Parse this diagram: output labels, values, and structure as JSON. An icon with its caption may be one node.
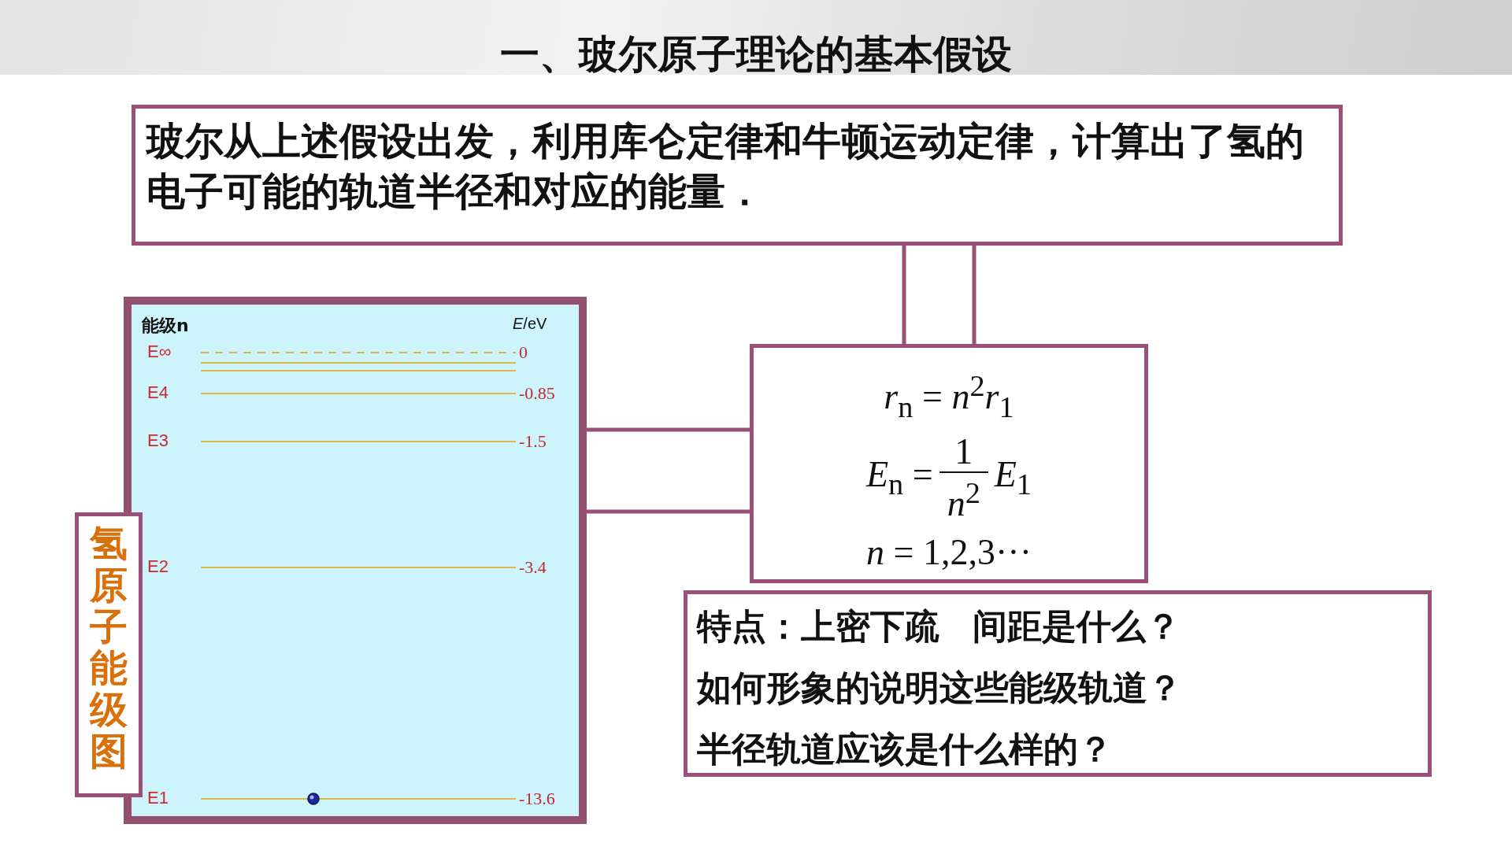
{
  "diagram": {
    "title": "一、玻尔原子理论的基本假设",
    "nodes": [
      {
        "text": [
          "玻尔从上述假设出发，利用库仑定律和牛顿运动定律，计算出了氢的电子可能的轨道半径和对应的能量．"
        ]
      },
      {
        "text": [
          "能级n",
          "*E*/eV",
          "E∞",
          "0",
          "E4",
          "-0.85",
          "E3",
          "-1.5",
          "E2",
          "-3.4",
          "E1",
          "-13.6"
        ]
      },
      {
        "text": [
          "氢原子能级图"
        ]
      },
      {
        "text": [
          "*r*$_{n}$ = *n*$^{2}$*r*$_{1}$",
          "*E*$_{n}$ =",
          "1",
          "*n*$^{2}$",
          "*E*$_{1}$",
          "*n* = 1,2,3···"
        ]
      },
      {
        "text": [
          "特点：上密下疏 间距是什么？",
          "如何形象的说明这些能级轨道？",
          "半径轨道应该是什么样的？"
        ]
      }
    ],
    "edges": [
      {
        "from": 0,
        "to": 3,
        "arrow": "none"
      },
      {
        "from": 1,
        "to": 3,
        "arrow": "none"
      }
    ]
  }
}
